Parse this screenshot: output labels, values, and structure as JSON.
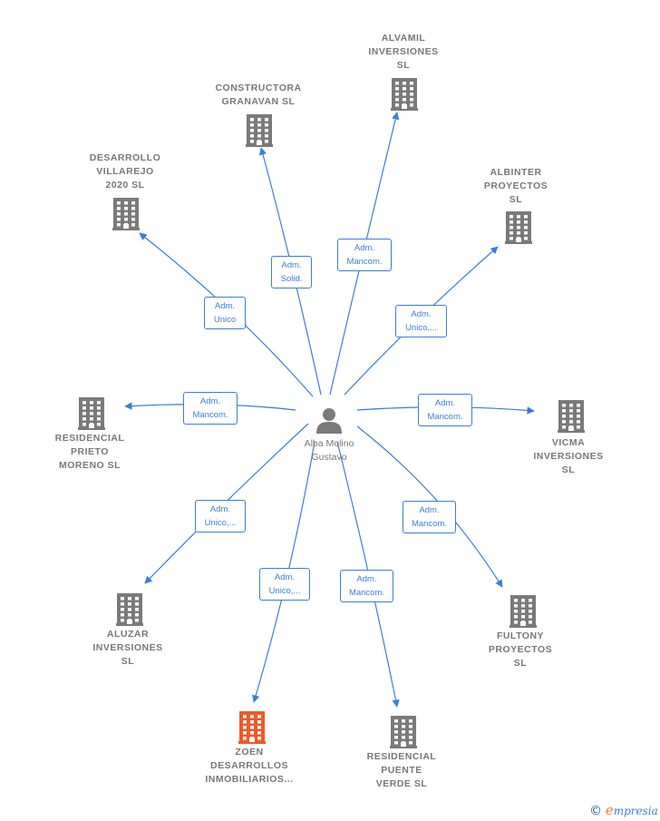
{
  "person": {
    "icon": "person-icon",
    "name_lines": [
      "Alba Molino",
      "Gustavo"
    ]
  },
  "companies": [
    {
      "id": "alvamil",
      "lines": [
        "ALVAMIL",
        "INVERSIONES",
        "SL"
      ],
      "icon": "building-icon",
      "color": "#7a7a7a"
    },
    {
      "id": "granavan",
      "lines": [
        "CONSTRUCTORA",
        "GRANAVAN SL"
      ],
      "icon": "building-icon",
      "color": "#7a7a7a"
    },
    {
      "id": "villarejo",
      "lines": [
        "DESARROLLO",
        "VILLAREJO",
        "2020  SL"
      ],
      "icon": "building-icon",
      "color": "#7a7a7a"
    },
    {
      "id": "albinter",
      "lines": [
        "ALBINTER",
        "PROYECTOS",
        "SL"
      ],
      "icon": "building-icon",
      "color": "#7a7a7a"
    },
    {
      "id": "prieto",
      "lines": [
        "RESIDENCIAL",
        "PRIETO",
        "MORENO  SL"
      ],
      "icon": "building-icon",
      "color": "#7a7a7a"
    },
    {
      "id": "vicma",
      "lines": [
        "VICMA",
        "INVERSIONES",
        "SL"
      ],
      "icon": "building-icon",
      "color": "#7a7a7a"
    },
    {
      "id": "aluzar",
      "lines": [
        "ALUZAR",
        "INVERSIONES",
        "SL"
      ],
      "icon": "building-icon",
      "color": "#7a7a7a"
    },
    {
      "id": "fultony",
      "lines": [
        "FULTONY",
        "PROYECTOS",
        "SL"
      ],
      "icon": "building-icon",
      "color": "#7a7a7a"
    },
    {
      "id": "zoen",
      "lines": [
        "ZOEN",
        "DESARROLLOS",
        "INMOBILIARIOS..."
      ],
      "icon": "building-icon",
      "color": "#f05a28"
    },
    {
      "id": "puente",
      "lines": [
        "RESIDENCIAL",
        "PUENTE",
        "VERDE  SL"
      ],
      "icon": "building-icon",
      "color": "#7a7a7a"
    }
  ],
  "relations": [
    {
      "to": "alvamil",
      "lines": [
        "Adm.",
        "Mancom."
      ]
    },
    {
      "to": "granavan",
      "lines": [
        "Adm.",
        "Solid."
      ]
    },
    {
      "to": "villarejo",
      "lines": [
        "Adm.",
        "Unico"
      ]
    },
    {
      "to": "albinter",
      "lines": [
        "Adm.",
        "Unico,..."
      ]
    },
    {
      "to": "prieto",
      "lines": [
        "Adm.",
        "Mancom."
      ]
    },
    {
      "to": "vicma",
      "lines": [
        "Adm.",
        "Mancom."
      ]
    },
    {
      "to": "aluzar",
      "lines": [
        "Adm.",
        "Unico,..."
      ]
    },
    {
      "to": "fultony",
      "lines": [
        "Adm.",
        "Mancom."
      ]
    },
    {
      "to": "zoen",
      "lines": [
        "Adm.",
        "Unico,..."
      ]
    },
    {
      "to": "puente",
      "lines": [
        "Adm.",
        "Mancom."
      ]
    }
  ],
  "colors": {
    "edge": "#3b7dd8",
    "node": "#7a7a7a",
    "highlight": "#f05a28"
  },
  "brand": {
    "copyright": "©",
    "initial": "e",
    "rest": "mpresia"
  }
}
